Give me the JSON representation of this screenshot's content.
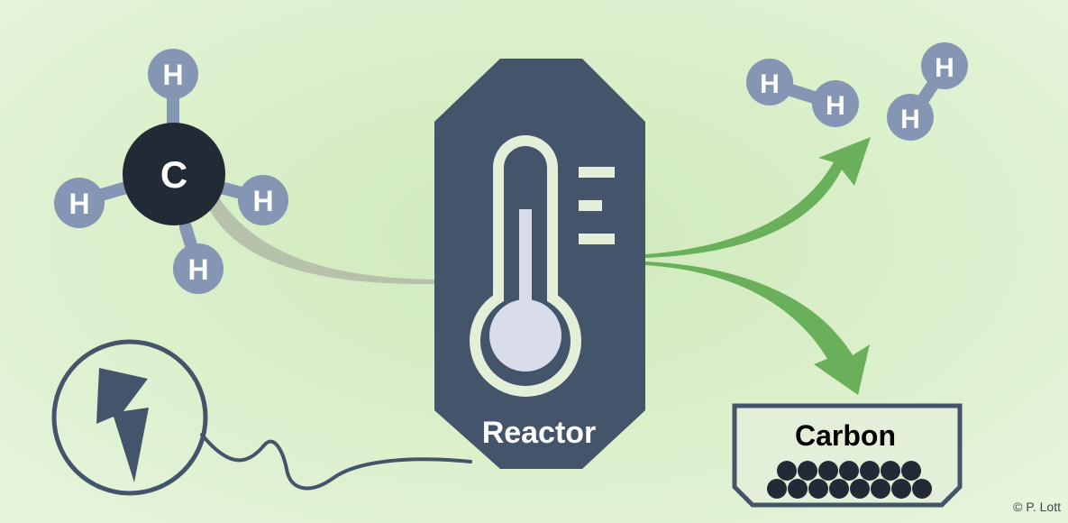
{
  "methane": {
    "carbon_label": "C",
    "hydrogen_label": "H"
  },
  "reactor": {
    "label": "Reactor"
  },
  "products": {
    "hydrogen_label": "H",
    "carbon_label": "Carbon"
  },
  "copyright": "© P. Lott",
  "colors": {
    "reactor": "#44546a",
    "thermometer_outline": "#e4efd9",
    "thermometer_fill": "#d8dde9",
    "hydrogen": "#8496b4",
    "carbon_atom": "#222a35",
    "arrow": "#6aaf5a",
    "feed_arrow": "#b3bca9",
    "power": "#44546a"
  },
  "icons": [
    "lightning-bolt-icon",
    "thermometer-icon"
  ]
}
